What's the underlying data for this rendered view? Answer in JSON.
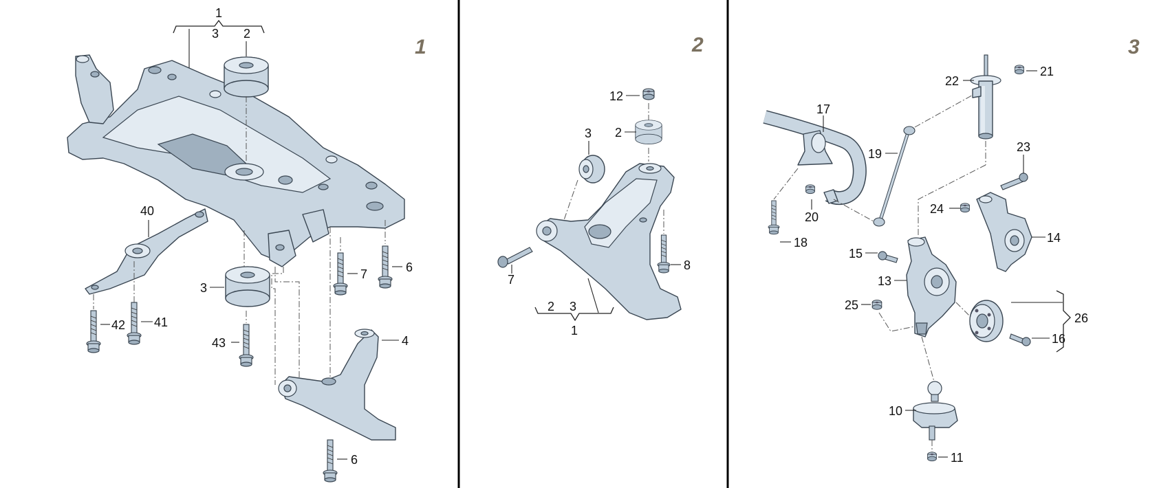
{
  "panels": [
    {
      "number": "1",
      "callouts": {
        "brace_top": "1",
        "brace_left": "3",
        "brace_right": "2",
        "c3": "3",
        "c4": "4",
        "c6a": "6",
        "c6b": "6",
        "c7": "7",
        "c40": "40",
        "c41": "41",
        "c42": "42",
        "c43": "43"
      }
    },
    {
      "number": "2",
      "callouts": {
        "c12": "12",
        "c2": "2",
        "c3": "3",
        "c7": "7",
        "c8": "8",
        "brace_left": "2",
        "brace_right": "3",
        "brace_bottom": "1"
      }
    },
    {
      "number": "3",
      "callouts": {
        "c17": "17",
        "c18": "18",
        "c19": "19",
        "c20": "20",
        "c21": "21",
        "c22": "22",
        "c23": "23",
        "c24": "24",
        "c14": "14",
        "c15": "15",
        "c13": "13",
        "c25": "25",
        "c26": "26",
        "c16": "16",
        "c10": "10",
        "c11": "11"
      }
    }
  ]
}
